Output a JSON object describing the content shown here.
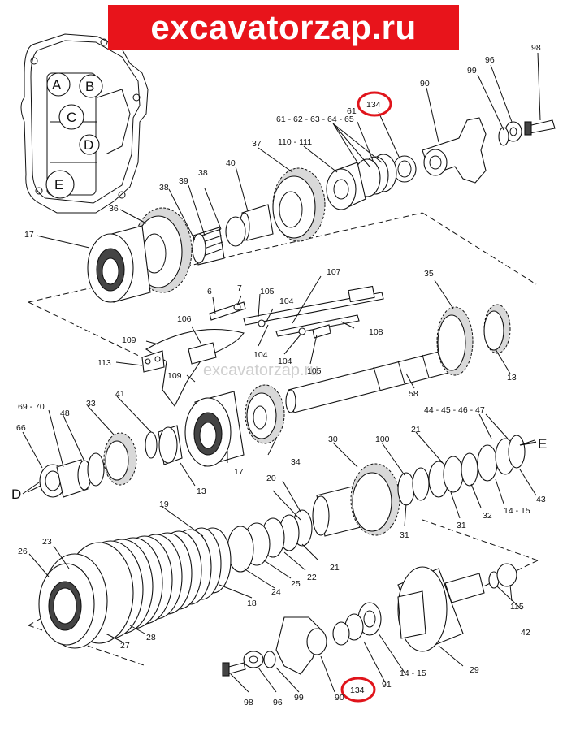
{
  "banner": {
    "text": "excavatorzap.ru",
    "color": "#e8141b"
  },
  "watermark": "excavatorzap.ru",
  "inset_letters": [
    "A",
    "B",
    "C",
    "D",
    "E"
  ],
  "callouts_highlighted": [
    "134",
    "134"
  ],
  "side_letters": {
    "d_left": "D",
    "e_right": "E"
  },
  "part_labels": {
    "p98a": "98",
    "p96a": "96",
    "p99a": "99",
    "p90a": "90",
    "p61": "61",
    "p61_65": "61 - 62 - 63 - 64 - 65",
    "p110": "110 - 111",
    "p37": "37",
    "p40": "40",
    "p38a": "38",
    "p39": "39",
    "p38b": "38",
    "p36": "36",
    "p17a": "17",
    "p6": "6",
    "p7": "7",
    "p105a": "105",
    "p107": "107",
    "p104a": "104",
    "p35": "35",
    "p106": "106",
    "p109a": "109",
    "p113": "113",
    "p104b": "104",
    "p104c": "104",
    "p108": "108",
    "p105b": "105",
    "p109b": "109",
    "p58": "58",
    "p13a": "13",
    "p69": "69 - 70",
    "p48": "48",
    "p33": "33",
    "p41": "41",
    "p66": "66",
    "p44": "44 - 45 - 46 - 47",
    "p21a": "21",
    "p30": "30",
    "p100": "100",
    "p34": "34",
    "p17b": "17",
    "p13b": "13",
    "p20": "20",
    "p19": "19",
    "p31a": "31",
    "p31b": "31",
    "p32": "32",
    "p1415a": "14 - 15",
    "p43": "43",
    "p23": "23",
    "p26": "26",
    "p21b": "21",
    "p22": "22",
    "p25": "25",
    "p24": "24",
    "p18": "18",
    "p27": "27",
    "p28": "28",
    "p115": "115",
    "p42": "42",
    "p29": "29",
    "p1415b": "14 - 15",
    "p91": "91",
    "p98b": "98",
    "p96b": "96",
    "p99b": "99",
    "p90b": "90"
  }
}
